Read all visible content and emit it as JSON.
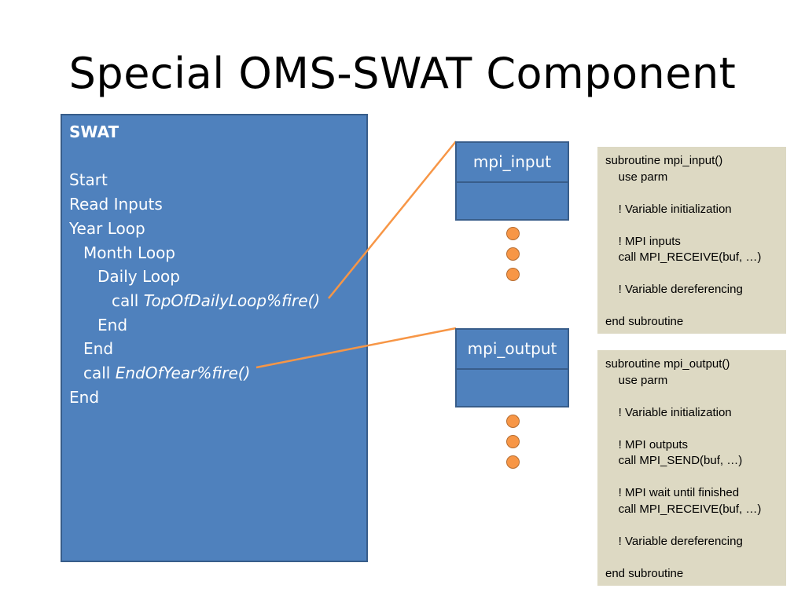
{
  "title": "Special OMS-SWAT Component",
  "swat_box": {
    "heading": "SWAT",
    "lines": {
      "start": "Start",
      "read_inputs": "Read Inputs",
      "year_loop": "Year Loop",
      "month_loop": "Month Loop",
      "daily_loop": "Daily Loop",
      "call_prefix_1": "call ",
      "call_fn_1": "TopOfDailyLoop%fire()",
      "end_daily": "End",
      "end_month": "End",
      "call_prefix_2": "call ",
      "call_fn_2": "EndOfYear%fire()",
      "end_year": "End"
    }
  },
  "components": {
    "input_label": "mpi_input",
    "output_label": "mpi_output"
  },
  "code_input": {
    "l1": "subroutine mpi_input()",
    "l2": "    use parm",
    "l3": "    ! Variable initialization",
    "l4": "    ! MPI inputs",
    "l5": "    call MPI_RECEIVE(buf, …)",
    "l6": "    ! Variable dereferencing",
    "l7": "end subroutine"
  },
  "code_output": {
    "l1": "subroutine mpi_output()",
    "l2": "    use parm",
    "l3": "    ! Variable initialization",
    "l4": "    ! MPI outputs",
    "l5": "    call MPI_SEND(buf, …)",
    "l6": "    ! MPI wait until finished",
    "l7": "    call MPI_RECEIVE(buf, …)",
    "l8": "    ! Variable dereferencing",
    "l9": "end subroutine"
  },
  "colors": {
    "box_fill": "#4f81bd",
    "box_border": "#385d8a",
    "connector": "#f79646",
    "code_bg": "#ddd9c3"
  }
}
